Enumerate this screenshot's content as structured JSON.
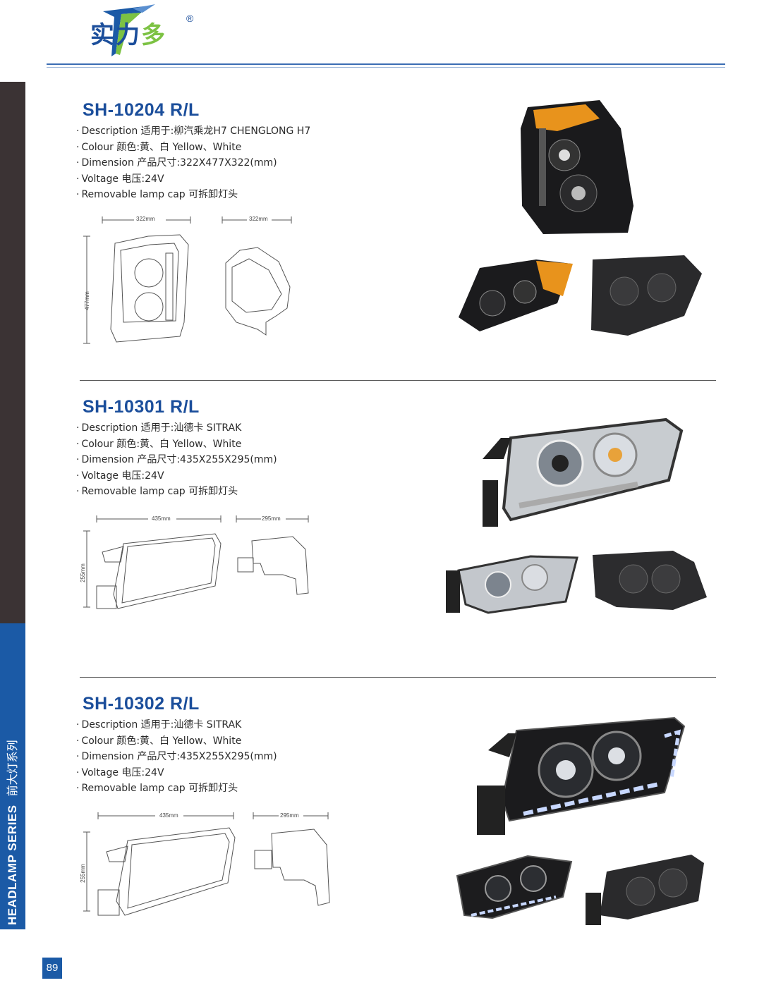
{
  "header": {
    "brand": {
      "part1": "实力",
      "part2": "多",
      "reg": "®"
    }
  },
  "sidebar": {
    "series_en": "HEADLAMP SERIES",
    "series_cn": "前大灯系列"
  },
  "page_number": "89",
  "colors": {
    "brand_blue": "#1b4e9b",
    "brand_green": "#7cc243",
    "sidebar_dark": "#3b3334",
    "sidebar_blue": "#1b5aa6"
  },
  "products": [
    {
      "model": "SH-10204 R/L",
      "specs": [
        "Description 适用于:柳汽乘龙H7 CHENGLONG H7",
        "Colour 颜色:黄、白 Yellow、White",
        "Dimension 产品尺寸:322X477X322(mm)",
        "Voltage 电压:24V",
        "Removable lamp cap  可拆卸灯头"
      ],
      "dims": {
        "width": "322mm",
        "height": "477mm",
        "depth": "322mm"
      }
    },
    {
      "model": "SH-10301 R/L",
      "specs": [
        "Description 适用于:汕德卡 SITRAK",
        "Colour 颜色:黄、白 Yellow、White",
        "Dimension 产品尺寸:435X255X295(mm)",
        "Voltage 电压:24V",
        "Removable lamp cap  可拆卸灯头"
      ],
      "dims": {
        "width": "435mm",
        "height": "255mm",
        "depth": "295mm"
      }
    },
    {
      "model": "SH-10302 R/L",
      "specs": [
        "Description 适用于:汕德卡 SITRAK",
        "Colour 颜色:黄、白 Yellow、White",
        "Dimension 产品尺寸:435X255X295(mm)",
        "Voltage 电压:24V",
        "Removable lamp cap  可拆卸灯头"
      ],
      "dims": {
        "width": "435mm",
        "height": "255mm",
        "depth": "295mm"
      }
    }
  ]
}
